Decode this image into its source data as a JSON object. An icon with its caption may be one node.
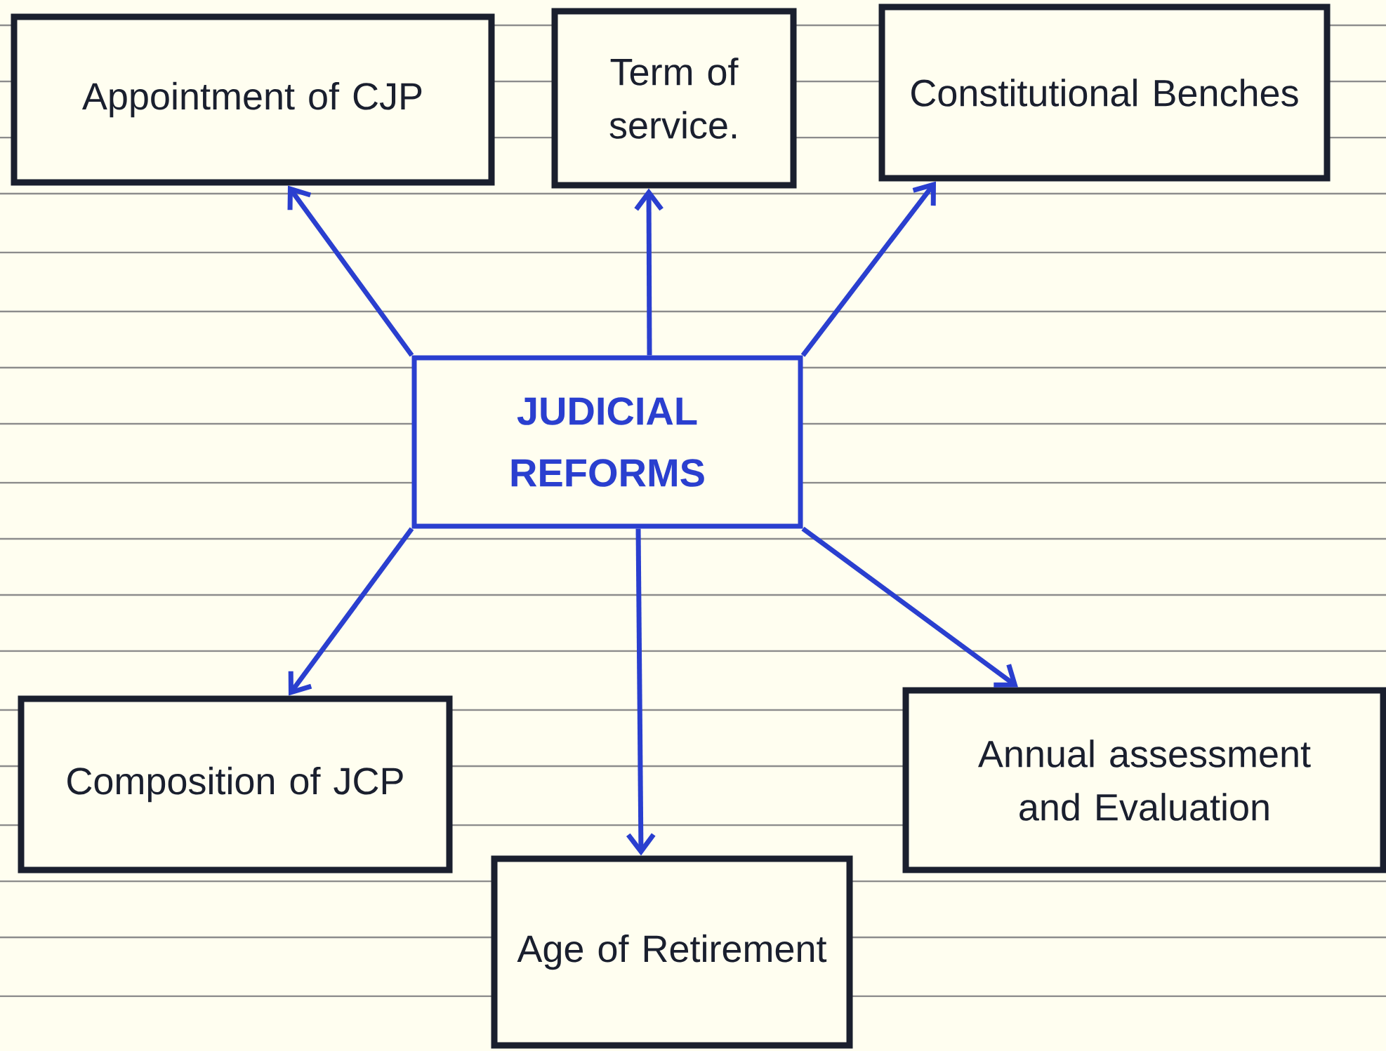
{
  "diagram": {
    "nodes": [
      {
        "text": [
          "JUDICIAL REFORMS"
        ]
      },
      {
        "text": [
          "Appointment of CJP"
        ]
      },
      {
        "text": [
          "Term of service."
        ]
      },
      {
        "text": [
          "Constitutional Benches"
        ]
      },
      {
        "text": [
          "Composition of JCP"
        ]
      },
      {
        "text": [
          "Age of Retirement"
        ]
      },
      {
        "text": [
          "Annual assessment and Evaluation"
        ]
      }
    ],
    "edges": [
      {
        "from": 0,
        "to": 1,
        "arrow": "to"
      },
      {
        "from": 0,
        "to": 2,
        "arrow": "to"
      },
      {
        "from": 0,
        "to": 3,
        "arrow": "to"
      },
      {
        "from": 0,
        "to": 4,
        "arrow": "to"
      },
      {
        "from": 0,
        "to": 5,
        "arrow": "to"
      },
      {
        "from": 0,
        "to": 6,
        "arrow": "to"
      }
    ]
  }
}
